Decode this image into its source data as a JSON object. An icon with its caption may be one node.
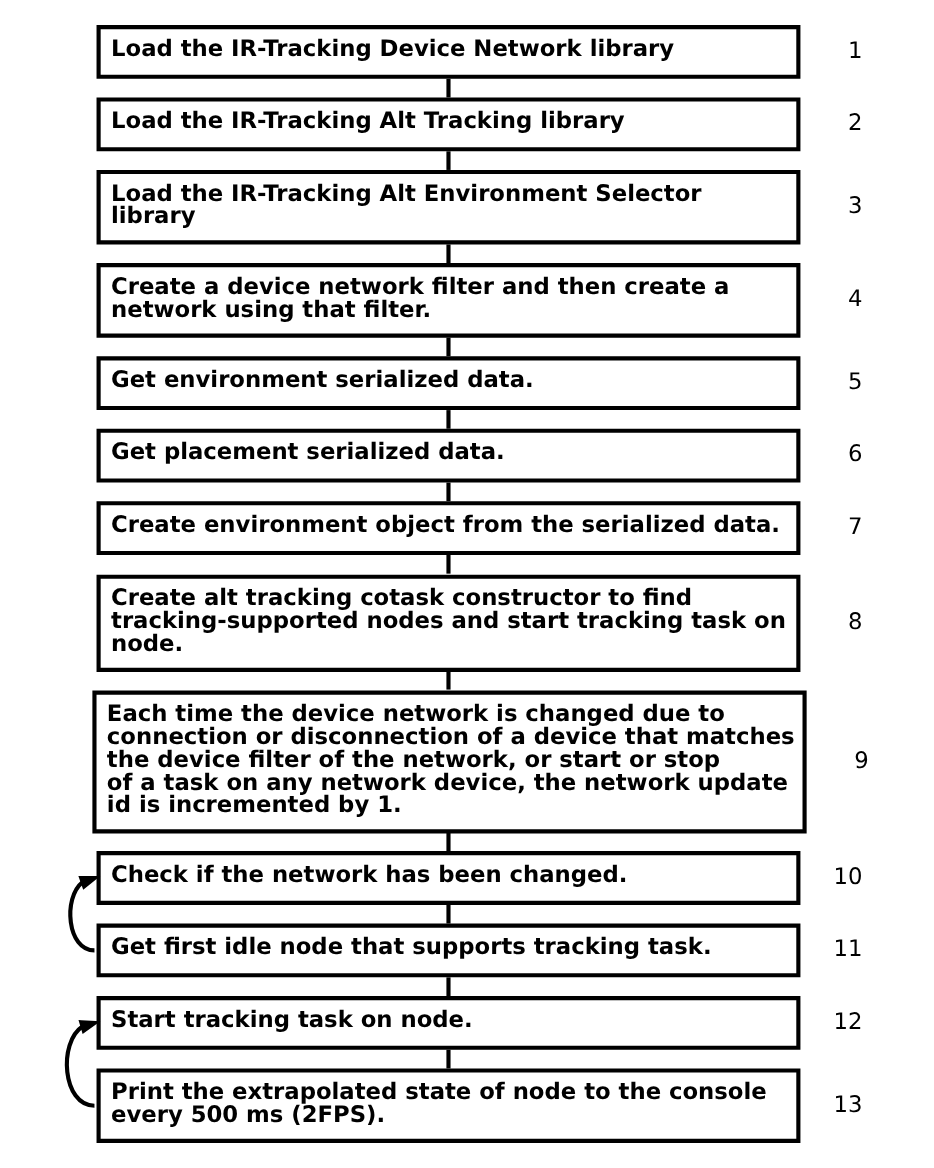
{
  "diagram": {
    "nodes": [
      {
        "text": [
          "Load the IR-Tracking Device Network library"
        ],
        "beside": [
          "1"
        ]
      },
      {
        "text": [
          "Load the IR-Tracking Alt Tracking library"
        ],
        "beside": [
          "2"
        ]
      },
      {
        "text": [
          "Load the IR-Tracking Alt Environment Selector library"
        ],
        "beside": [
          "3"
        ]
      },
      {
        "text": [
          "Create a device network filter and then create a network using that filter."
        ],
        "beside": [
          "4"
        ]
      },
      {
        "text": [
          "Get environment serialized data."
        ],
        "beside": [
          "5"
        ]
      },
      {
        "text": [
          "Get placement serialized data."
        ],
        "beside": [
          "6"
        ]
      },
      {
        "text": [
          "Create environment object from the serialized data."
        ],
        "beside": [
          "7"
        ]
      },
      {
        "text": [
          "Create alt tracking cotask constructor to find tracking-supported nodes and start tracking task on node."
        ],
        "beside": [
          "8"
        ]
      },
      {
        "text": [
          "Each time the device network is changed due to connection or disconnection of a device that matches the device filter of the network, or start or stop of a task on any network device, the network update id is incremented by 1."
        ],
        "beside": [
          "9"
        ]
      },
      {
        "text": [
          "Check if the network has been changed."
        ],
        "beside": [
          "10"
        ]
      },
      {
        "text": [
          "Get first idle node that supports tracking task."
        ],
        "beside": [
          "11"
        ]
      },
      {
        "text": [
          "Start tracking task on node."
        ],
        "beside": [
          "12"
        ]
      },
      {
        "text": [
          "Print the extrapolated state of node to the console every 500 ms (2FPS)."
        ],
        "beside": [
          "13"
        ]
      }
    ],
    "edges": [
      {
        "from": 0,
        "to": 1,
        "arrow": "none"
      },
      {
        "from": 1,
        "to": 2,
        "arrow": "none"
      },
      {
        "from": 2,
        "to": 3,
        "arrow": "none"
      },
      {
        "from": 3,
        "to": 4,
        "arrow": "none"
      },
      {
        "from": 4,
        "to": 5,
        "arrow": "none"
      },
      {
        "from": 5,
        "to": 6,
        "arrow": "none"
      },
      {
        "from": 6,
        "to": 7,
        "arrow": "none"
      },
      {
        "from": 7,
        "to": 8,
        "arrow": "none"
      },
      {
        "from": 8,
        "to": 9,
        "arrow": "none"
      },
      {
        "from": 9,
        "to": 10,
        "arrow": "none"
      },
      {
        "from": 10,
        "to": 9,
        "arrow": "to"
      },
      {
        "from": 10,
        "to": 11,
        "arrow": "none"
      },
      {
        "from": 11,
        "to": 12,
        "arrow": "none"
      },
      {
        "from": 12,
        "to": 11,
        "arrow": "to"
      }
    ]
  }
}
